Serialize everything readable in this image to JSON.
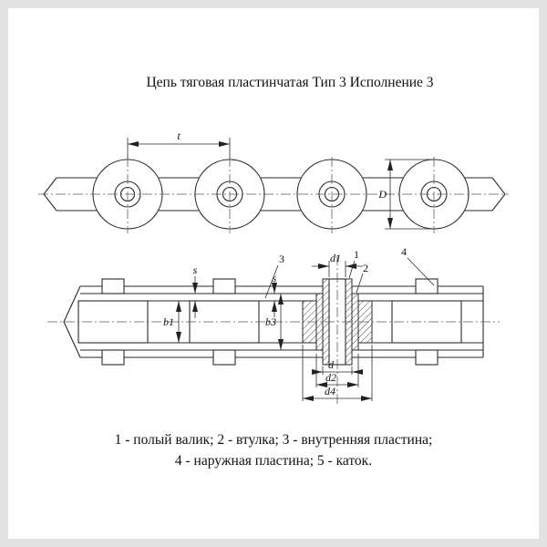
{
  "title": "Цепь тяговая пластинчатая Тип 3 Исполнение 3",
  "top_view": {
    "dim_t": "t",
    "dim_D": "D"
  },
  "section_view": {
    "dim_s1": "s",
    "dim_s2": "s",
    "dim_b1": "b1",
    "dim_b3": "b3",
    "dim_d1": "d1",
    "dim_d": "d",
    "dim_d2": "d2",
    "dim_d4": "d4",
    "callout_1": "1",
    "callout_2": "2",
    "callout_3": "3",
    "callout_4": "4"
  },
  "legend": {
    "line1": "1 - полый валик; 2 - втулка; 3 - внутренняя пластина;",
    "line2": "4 - наружная пластина; 5 - каток."
  }
}
